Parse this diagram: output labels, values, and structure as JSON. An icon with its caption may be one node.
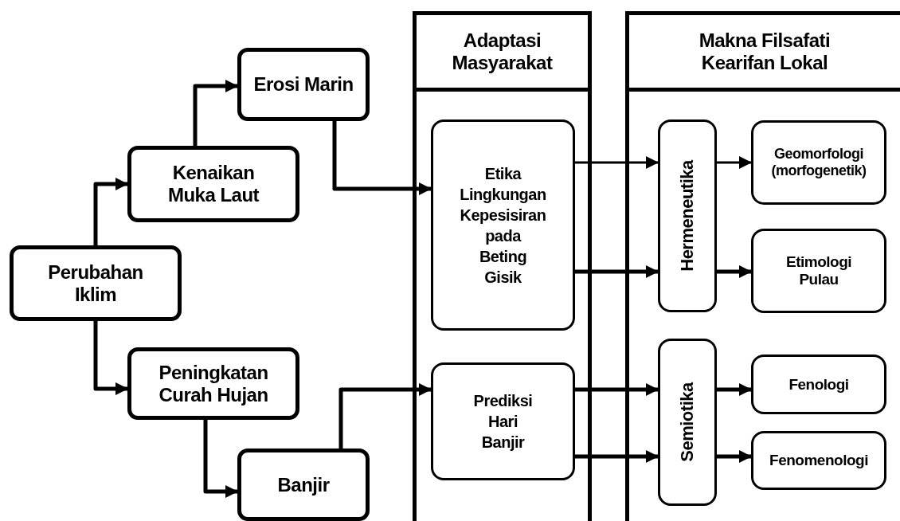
{
  "diagram": {
    "nodes": [
      {
        "text": [
          "Perubahan Iklim"
        ]
      },
      {
        "text": [
          "Kenaikan Muka Laut"
        ]
      },
      {
        "text": [
          "Erosi Marin"
        ]
      },
      {
        "text": [
          "Peningkatan Curah Hujan"
        ]
      },
      {
        "text": [
          "Banjir"
        ]
      },
      {
        "text": [
          "Adaptasi Masyarakat"
        ]
      },
      {
        "text": [
          "Etika Lingkungan Kepesisiran pada Beting Gisik"
        ],
        "in": 5
      },
      {
        "text": [
          "Prediksi Hari Banjir"
        ],
        "in": 5
      },
      {
        "text": [
          "Makna Filsafati Kearifan Lokal"
        ]
      },
      {
        "text": [
          "Hermeneutika"
        ],
        "in": 8
      },
      {
        "text": [
          "Semiotika"
        ],
        "in": 8
      },
      {
        "text": [
          "Geomorfologi (morfogenetik)"
        ],
        "in": 8
      },
      {
        "text": [
          "Etimologi Pulau"
        ],
        "in": 8
      },
      {
        "text": [
          "Fenologi"
        ],
        "in": 8
      },
      {
        "text": [
          "Fenomenologi"
        ],
        "in": 8
      }
    ],
    "edges": [
      {
        "from": 0,
        "to": 1,
        "arrow": "to"
      },
      {
        "from": 1,
        "to": 2,
        "arrow": "to"
      },
      {
        "from": 0,
        "to": 3,
        "arrow": "to"
      },
      {
        "from": 2,
        "to": 6,
        "arrow": "to"
      },
      {
        "from": 3,
        "to": 4,
        "arrow": "to"
      },
      {
        "from": 4,
        "to": 7,
        "arrow": "to"
      },
      {
        "from": 6,
        "to": 9,
        "arrow": "to"
      },
      {
        "from": 6,
        "to": 9,
        "arrow": "to"
      },
      {
        "from": 7,
        "to": 10,
        "arrow": "to"
      },
      {
        "from": 7,
        "to": 10,
        "arrow": "to"
      },
      {
        "from": 9,
        "to": 11,
        "arrow": "to"
      },
      {
        "from": 9,
        "to": 12,
        "arrow": "to"
      },
      {
        "from": 10,
        "to": 13,
        "arrow": "to"
      },
      {
        "from": 10,
        "to": 14,
        "arrow": "to"
      }
    ]
  }
}
